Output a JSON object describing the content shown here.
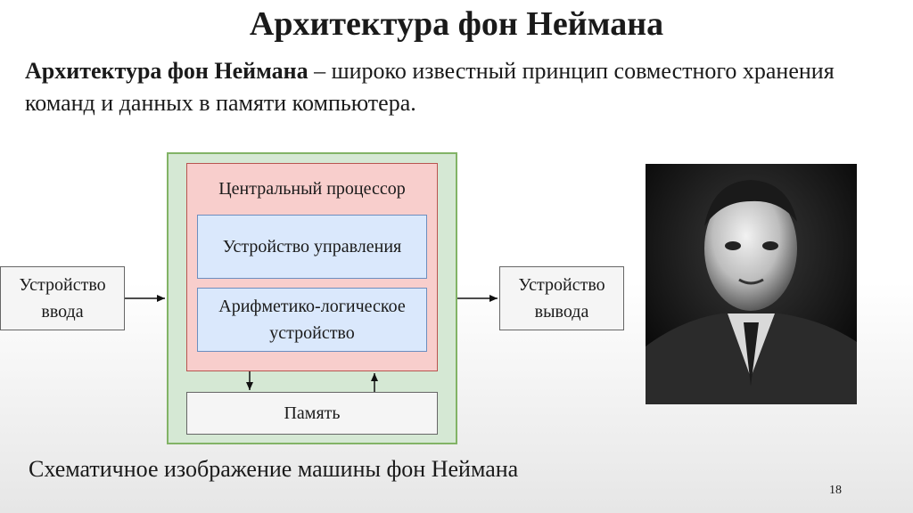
{
  "slide": {
    "title": "Архитектура фон Неймана",
    "intro_bold": "Архитектура фон Неймана",
    "intro_rest": " – широко известный принцип совместного хранения команд и данных в памяти компьютера.",
    "caption": "Схематичное изображение машины фон Неймана",
    "page_number": "18"
  },
  "diagram": {
    "cpu": "Центральный процессор",
    "control_unit": "Устройство управления",
    "alu": "Арифметико-логическое устройство",
    "memory": "Память",
    "input": "Устройство ввода",
    "output": "Устройство вывода"
  },
  "colors": {
    "outer_fill": "#d5e8d4",
    "cpu_fill": "#f8cecc",
    "unit_fill": "#dae8fc",
    "io_fill": "#f5f5f5"
  }
}
